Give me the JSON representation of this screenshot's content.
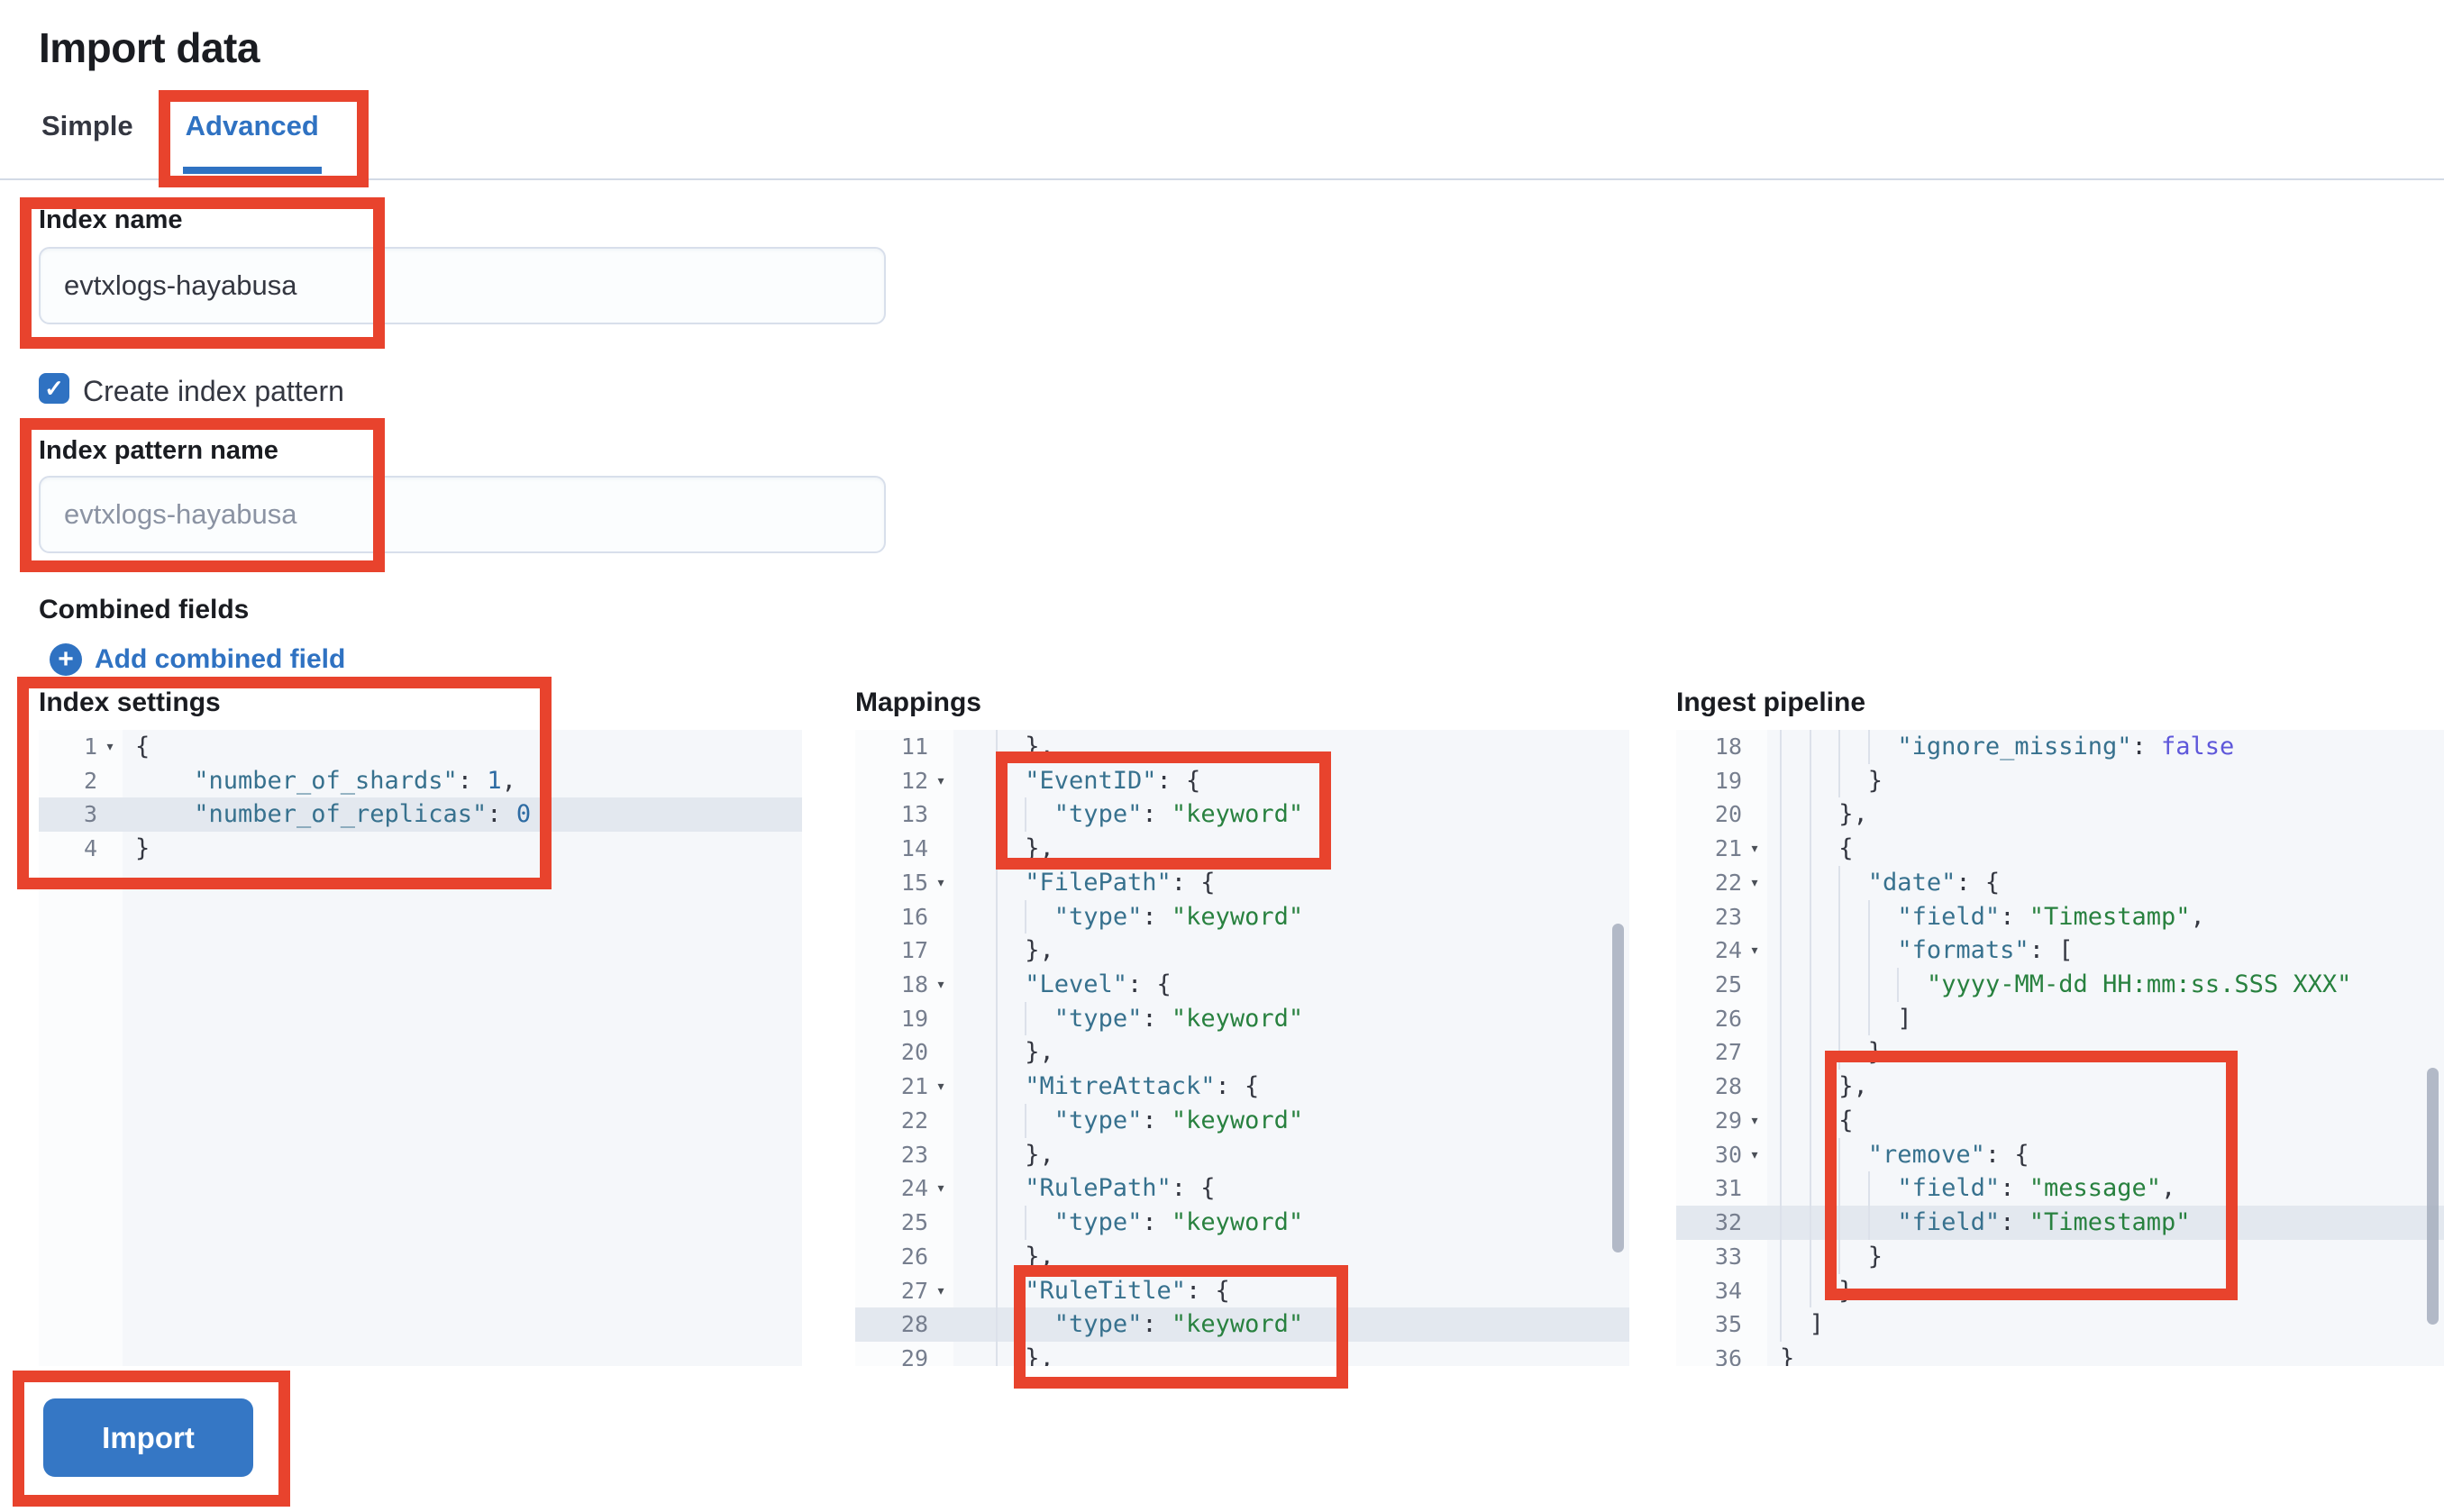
{
  "page": {
    "title": "Import data"
  },
  "tabs": [
    {
      "label": "Simple",
      "active": false
    },
    {
      "label": "Advanced",
      "active": true
    }
  ],
  "form": {
    "index_name": {
      "label": "Index name",
      "value": "evtxlogs-hayabusa"
    },
    "create_index_pattern": {
      "label": "Create index pattern",
      "checked": true
    },
    "index_pattern_name": {
      "label": "Index pattern name",
      "placeholder": "evtxlogs-hayabusa"
    },
    "combined_fields": {
      "label": "Combined fields",
      "add_link": "Add combined field"
    }
  },
  "icons": {
    "check": "✓",
    "plus": "+",
    "fold": "▾"
  },
  "import_button": {
    "label": "Import"
  },
  "colors": {
    "annotation": "#e8432d",
    "primary": "#2f72c2",
    "key": "#37718e",
    "string": "#28813f",
    "number": "#2d6ba3",
    "atom": "#5e57da",
    "punct": "#343741",
    "highlight": "#e3e8ef",
    "editor_bg": "#f5f7fa",
    "gutter_bg": "#fbfcfd",
    "line_number": "#767e8e",
    "placeholder": "#8b93a3",
    "text": "#343741",
    "title": "#1a1c21",
    "border": "#d3dae6"
  },
  "editors": [
    {
      "id": "index_settings",
      "label": "Index settings",
      "lines": [
        {
          "n": 1,
          "fold": true,
          "ind": 0,
          "toks": [
            [
              "pu",
              "{"
            ]
          ]
        },
        {
          "n": 2,
          "ind": 4,
          "toks": [
            [
              "ky",
              "\"number_of_shards\""
            ],
            [
              "pu",
              ": "
            ],
            [
              "nu",
              "1"
            ],
            [
              "pu",
              ","
            ]
          ]
        },
        {
          "n": 3,
          "ind": 4,
          "hl": true,
          "toks": [
            [
              "ky",
              "\"number_of_replicas\""
            ],
            [
              "pu",
              ": "
            ],
            [
              "nu",
              "0"
            ]
          ]
        },
        {
          "n": 4,
          "ind": 0,
          "toks": [
            [
              "pu",
              "}"
            ]
          ]
        }
      ]
    },
    {
      "id": "mappings",
      "label": "Mappings",
      "lines": [
        {
          "n": 11,
          "ind": 4,
          "toks": [
            [
              "pu",
              "},"
            ]
          ]
        },
        {
          "n": 12,
          "fold": true,
          "ind": 4,
          "toks": [
            [
              "ky",
              "\"EventID\""
            ],
            [
              "pu",
              ": {"
            ]
          ]
        },
        {
          "n": 13,
          "ind": 6,
          "toks": [
            [
              "ky",
              "\"type\""
            ],
            [
              "pu",
              ": "
            ],
            [
              "st",
              "\"keyword\""
            ]
          ]
        },
        {
          "n": 14,
          "ind": 4,
          "toks": [
            [
              "pu",
              "},"
            ]
          ]
        },
        {
          "n": 15,
          "fold": true,
          "ind": 4,
          "toks": [
            [
              "ky",
              "\"FilePath\""
            ],
            [
              "pu",
              ": {"
            ]
          ]
        },
        {
          "n": 16,
          "ind": 6,
          "toks": [
            [
              "ky",
              "\"type\""
            ],
            [
              "pu",
              ": "
            ],
            [
              "st",
              "\"keyword\""
            ]
          ]
        },
        {
          "n": 17,
          "ind": 4,
          "toks": [
            [
              "pu",
              "},"
            ]
          ]
        },
        {
          "n": 18,
          "fold": true,
          "ind": 4,
          "toks": [
            [
              "ky",
              "\"Level\""
            ],
            [
              "pu",
              ": {"
            ]
          ]
        },
        {
          "n": 19,
          "ind": 6,
          "toks": [
            [
              "ky",
              "\"type\""
            ],
            [
              "pu",
              ": "
            ],
            [
              "st",
              "\"keyword\""
            ]
          ]
        },
        {
          "n": 20,
          "ind": 4,
          "toks": [
            [
              "pu",
              "},"
            ]
          ]
        },
        {
          "n": 21,
          "fold": true,
          "ind": 4,
          "toks": [
            [
              "ky",
              "\"MitreAttack\""
            ],
            [
              "pu",
              ": {"
            ]
          ]
        },
        {
          "n": 22,
          "ind": 6,
          "toks": [
            [
              "ky",
              "\"type\""
            ],
            [
              "pu",
              ": "
            ],
            [
              "st",
              "\"keyword\""
            ]
          ]
        },
        {
          "n": 23,
          "ind": 4,
          "toks": [
            [
              "pu",
              "},"
            ]
          ]
        },
        {
          "n": 24,
          "fold": true,
          "ind": 4,
          "toks": [
            [
              "ky",
              "\"RulePath\""
            ],
            [
              "pu",
              ": {"
            ]
          ]
        },
        {
          "n": 25,
          "ind": 6,
          "toks": [
            [
              "ky",
              "\"type\""
            ],
            [
              "pu",
              ": "
            ],
            [
              "st",
              "\"keyword\""
            ]
          ]
        },
        {
          "n": 26,
          "ind": 4,
          "toks": [
            [
              "pu",
              "},"
            ]
          ]
        },
        {
          "n": 27,
          "fold": true,
          "ind": 4,
          "toks": [
            [
              "ky",
              "\"RuleTitle\""
            ],
            [
              "pu",
              ": {"
            ]
          ]
        },
        {
          "n": 28,
          "ind": 6,
          "hl": true,
          "toks": [
            [
              "ky",
              "\"type\""
            ],
            [
              "pu",
              ": "
            ],
            [
              "st",
              "\"keyword\""
            ]
          ]
        },
        {
          "n": 29,
          "ind": 4,
          "toks": [
            [
              "pu",
              "},"
            ]
          ]
        }
      ]
    },
    {
      "id": "ingest_pipeline",
      "label": "Ingest pipeline",
      "lines": [
        {
          "n": 18,
          "ind": 8,
          "toks": [
            [
              "ky",
              "\"ignore_missing\""
            ],
            [
              "pu",
              ": "
            ],
            [
              "at",
              "false"
            ]
          ]
        },
        {
          "n": 19,
          "ind": 6,
          "toks": [
            [
              "pu",
              "}"
            ]
          ]
        },
        {
          "n": 20,
          "ind": 4,
          "toks": [
            [
              "pu",
              "},"
            ]
          ]
        },
        {
          "n": 21,
          "fold": true,
          "ind": 4,
          "toks": [
            [
              "pu",
              "{"
            ]
          ]
        },
        {
          "n": 22,
          "fold": true,
          "ind": 6,
          "toks": [
            [
              "ky",
              "\"date\""
            ],
            [
              "pu",
              ": {"
            ]
          ]
        },
        {
          "n": 23,
          "ind": 8,
          "toks": [
            [
              "ky",
              "\"field\""
            ],
            [
              "pu",
              ": "
            ],
            [
              "st",
              "\"Timestamp\""
            ],
            [
              "pu",
              ","
            ]
          ]
        },
        {
          "n": 24,
          "fold": true,
          "ind": 8,
          "toks": [
            [
              "ky",
              "\"formats\""
            ],
            [
              "pu",
              ": ["
            ]
          ]
        },
        {
          "n": 25,
          "ind": 10,
          "toks": [
            [
              "st",
              "\"yyyy-MM-dd HH:mm:ss.SSS XXX\""
            ]
          ]
        },
        {
          "n": 26,
          "ind": 8,
          "toks": [
            [
              "pu",
              "]"
            ]
          ]
        },
        {
          "n": 27,
          "ind": 6,
          "toks": [
            [
              "pu",
              "}"
            ]
          ]
        },
        {
          "n": 28,
          "ind": 4,
          "toks": [
            [
              "pu",
              "},"
            ]
          ]
        },
        {
          "n": 29,
          "fold": true,
          "ind": 4,
          "toks": [
            [
              "pu",
              "{"
            ]
          ]
        },
        {
          "n": 30,
          "fold": true,
          "ind": 6,
          "toks": [
            [
              "ky",
              "\"remove\""
            ],
            [
              "pu",
              ": {"
            ]
          ]
        },
        {
          "n": 31,
          "ind": 8,
          "toks": [
            [
              "ky",
              "\"field\""
            ],
            [
              "pu",
              ": "
            ],
            [
              "st",
              "\"message\""
            ],
            [
              "pu",
              ","
            ]
          ]
        },
        {
          "n": 32,
          "ind": 8,
          "hl": true,
          "toks": [
            [
              "ky",
              "\"field\""
            ],
            [
              "pu",
              ": "
            ],
            [
              "st",
              "\"Timestamp\""
            ]
          ]
        },
        {
          "n": 33,
          "ind": 6,
          "toks": [
            [
              "pu",
              "}"
            ]
          ]
        },
        {
          "n": 34,
          "ind": 4,
          "toks": [
            [
              "pu",
              "}"
            ]
          ]
        },
        {
          "n": 35,
          "ind": 2,
          "toks": [
            [
              "pu",
              "]"
            ]
          ]
        },
        {
          "n": 36,
          "ind": 0,
          "toks": [
            [
              "pu",
              "}"
            ]
          ]
        }
      ]
    }
  ]
}
